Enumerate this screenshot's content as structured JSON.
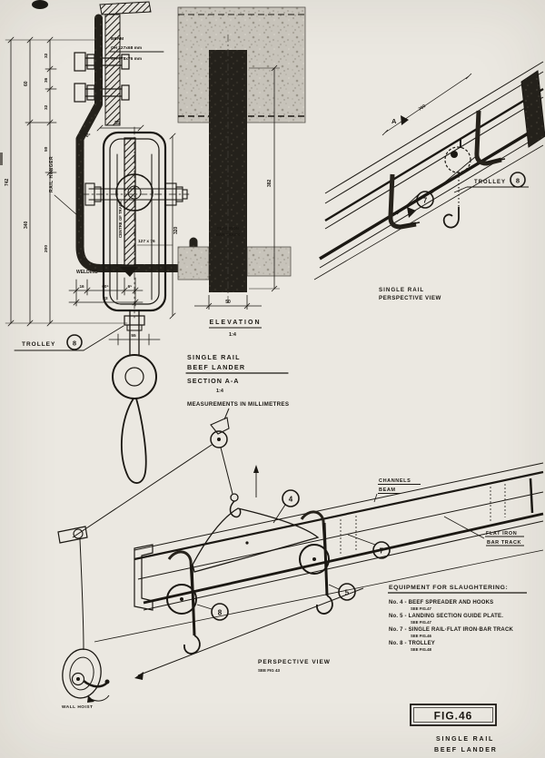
{
  "page": {
    "background": "#ebe8e1",
    "ink": "#1b1813"
  },
  "section_view": {
    "beam_label": "BEAM",
    "beam_spec_1": "CH 127x68 mm",
    "beam_spec_2": "CH 178x76 mm",
    "rail_hanger_label": "RAIL HANGER",
    "centre_of_track_label": "CENTRE OF TRACK",
    "welding_label": "WELDING",
    "trolley_label": "TROLLEY",
    "trolley_callout": "8",
    "angle_label": "30°",
    "dims": {
      "overall": "742",
      "d60": "60",
      "d32a": "32",
      "d36": "36",
      "d32b": "32",
      "d50": "50",
      "d340": "340",
      "d200": "200",
      "top_55": "55",
      "bolt_55": "55",
      "right_320": "320",
      "track_section": "127 x 76",
      "b16": "16",
      "b605": "60⁵",
      "b65": "6⁵",
      "b83": "83"
    },
    "title_line1": "SINGLE RAIL",
    "title_line2": "BEEF LANDER",
    "title_line3": "SECTION A-A",
    "scale": "1:4",
    "units_note": "MEASUREMENTS IN MILLIMETRES"
  },
  "elevation_view": {
    "title": "ELEVATION",
    "scale": "1:4",
    "dim_height": "382",
    "dim_width": "50",
    "track_label_1": "FLAT IRON",
    "track_label_2": "BAR TRACK"
  },
  "rail_perspective": {
    "title_line1": "SINGLE RAIL",
    "title_line2": "PERSPECTIVE VIEW",
    "dim_length": "700",
    "section_marker": "A",
    "callout_track": "7",
    "trolley_label": "TROLLEY",
    "trolley_callout": "8"
  },
  "main_perspective": {
    "channels_label": "CHANNELS",
    "beam_label": "BEAM",
    "flat_iron_label_1": "FLAT IRON",
    "flat_iron_label_2": "BAR TRACK",
    "wall_hoist_label": "WALL HOIST",
    "title": "PERSPECTIVE VIEW",
    "subtitle": "SEE FIG 43",
    "callout_spreader": "4",
    "callout_guide_plate": "5",
    "callout_track": "7",
    "callout_trolley": "8"
  },
  "equipment_list": {
    "heading": "EQUIPMENT FOR SLAUGHTERING:",
    "items": [
      {
        "name": "No. 4 - BEEF SPREADER AND HOOKS",
        "ref": "SEE FIG.47"
      },
      {
        "name": "No. 5 - LANDING SECTION GUIDE PLATE.",
        "ref": "SEE FIG.47"
      },
      {
        "name": "No. 7 - SINGLE RAIL·FLAT IRON·BAR TRACK",
        "ref": "SEE FIG.46"
      },
      {
        "name": "No. 8 - TROLLEY",
        "ref": "SEE FIG.48"
      }
    ]
  },
  "figure": {
    "number": "FIG.46",
    "caption_line1": "SINGLE RAIL",
    "caption_line2": "BEEF LANDER"
  }
}
